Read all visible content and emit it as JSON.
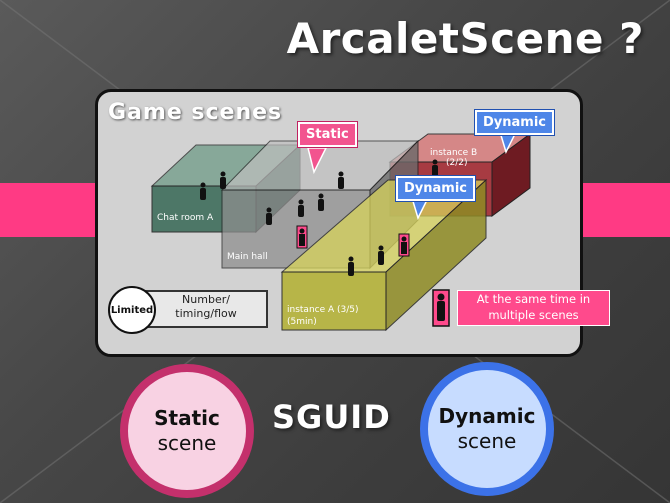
{
  "title": "ArcaletScene ?",
  "panel": {
    "title": "Game scenes",
    "rooms": {
      "chat_room": "Chat room A",
      "main_hall": "Main hall",
      "instance_a_line1": "instance A  (3/5)",
      "instance_a_line2": "(5min)",
      "instance_b_line1": "instance B",
      "instance_b_line2": "(2/2)"
    },
    "callouts": {
      "static": "Static",
      "dynamic_top": "Dynamic",
      "dynamic_mid": "Dynamic"
    },
    "legend": {
      "badge": "Limited",
      "text": "Number/ timing/flow"
    },
    "multi_scene_note": "At the same time in multiple scenes"
  },
  "bottom": {
    "static_circle": {
      "line1": "Static",
      "line2": "scene"
    },
    "center_label": "SGUID",
    "dynamic_circle": {
      "line1": "Dynamic",
      "line2": "scene"
    }
  },
  "colors": {
    "band": "#ff3a84",
    "static_accent": "#c4306c",
    "dynamic_accent": "#3c72e8",
    "chat_room": "#3f6e5c",
    "main_hall": "#8e8e8e",
    "instance_a": "#b5b23a",
    "instance_b": "#a32b33"
  }
}
